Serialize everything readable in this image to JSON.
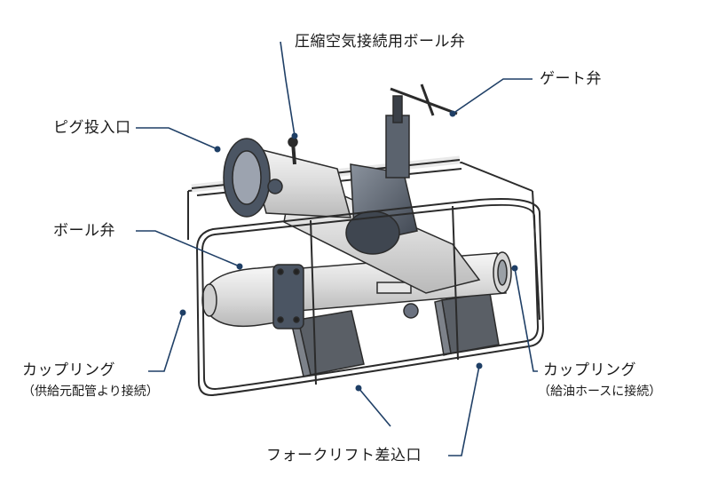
{
  "labels": {
    "pressure_air_ball_valve": "圧縮空気接続用ボール弁",
    "gate_valve": "ゲート弁",
    "pig_inlet": "ピグ投入口",
    "ball_valve": "ボール弁",
    "coupling_left": "カップリング",
    "coupling_left_note": "（供給元配管より接続）",
    "coupling_right": "カップリング",
    "coupling_right_note": "（給油ホースに接続）",
    "forklift_slot": "フォークリフト差込口"
  },
  "colors": {
    "leader_line": "#1f3f66",
    "outline": "#2b2b2b",
    "metal_light": "#e8e8e8",
    "metal_mid": "#c9c9c9",
    "metal_dark": "#4b5563"
  }
}
